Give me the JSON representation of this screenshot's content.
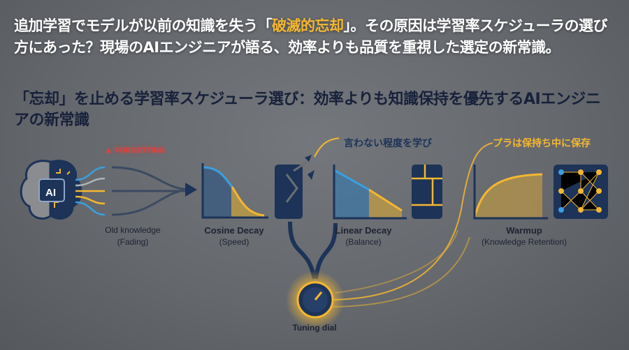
{
  "headline": {
    "part1": "追加学習でモデルが以前の知識を失う「",
    "highlight": "破滅的忘却",
    "part2": "」。その原因は学習率スケジューラの選び方にあった？現場のAIエンジニアが語る、効率よりも品質を重視した選定の新常識。"
  },
  "subtitle": "「忘却」を止める学習率スケジューラ選び：効率よりも知識保持を優先するAIエンジニアの新常識",
  "diagram": {
    "brain_label": "AI",
    "warning": {
      "icon": "warning-triangle-icon",
      "text": "FORGETTING"
    },
    "old_knowledge": {
      "title": "Old knowledge",
      "note": "(Fading)"
    },
    "cosine": {
      "title": "Cosine Decay",
      "note": "(Speed)"
    },
    "linear": {
      "title": "Linear Decay",
      "note": "(Balance)"
    },
    "warmup": {
      "title": "Warmup",
      "note": "(Knowledge Retention)"
    },
    "annotation_left": "言わない程度を学び",
    "annotation_right": "プラは保持ち中に保存",
    "dial_label": "Tuning dial"
  },
  "colors": {
    "navy": "#1d3358",
    "blue": "#3aa0e0",
    "gold": "#f4b731",
    "alert": "#e2403b"
  }
}
